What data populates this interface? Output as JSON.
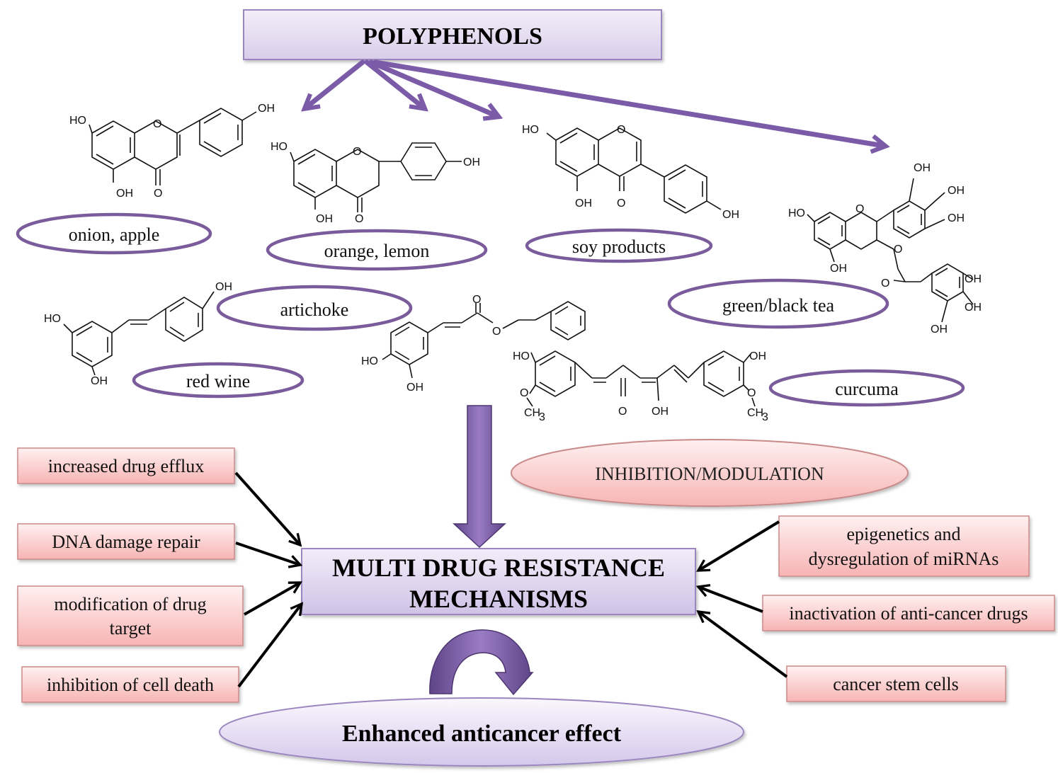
{
  "title": "POLYPHENOLS",
  "sources": {
    "onion_apple": "onion, apple",
    "orange_lemon": "orange, lemon",
    "soy": "soy products",
    "tea": "green/black tea",
    "artichoke": "artichoke",
    "red_wine": "red wine",
    "curcuma": "curcuma"
  },
  "chem_labels": {
    "OH": "OH",
    "HO": "HO",
    "O": "O",
    "CH3": "CH",
    "sub3": "3"
  },
  "inhibition": "INHIBITION/MODULATION",
  "center": {
    "line1": "MULTI DRUG RESISTANCE",
    "line2": "MECHANISMS"
  },
  "left_mechanisms": {
    "efflux": "increased drug efflux",
    "dna": "DNA damage repair",
    "target_l1": "modification of drug",
    "target_l2": "target",
    "death": "inhibition of cell death"
  },
  "right_mechanisms": {
    "epi_l1": "epigenetics and",
    "epi_l2": "dysregulation of miRNAs",
    "inactivation": "inactivation of anti-cancer drugs",
    "stem": "cancer stem cells"
  },
  "result": "Enhanced anticancer effect",
  "colors": {
    "title_fill": "#e7def3",
    "title_stroke": "#9b86c0",
    "purple_arrow": "#7b5ba8",
    "source_ellipse_stroke": "#7a5b9b",
    "mech_fill": "#fbd3d3",
    "mech_stroke": "#c98a8a",
    "center_fill": "#ddd3ee"
  }
}
